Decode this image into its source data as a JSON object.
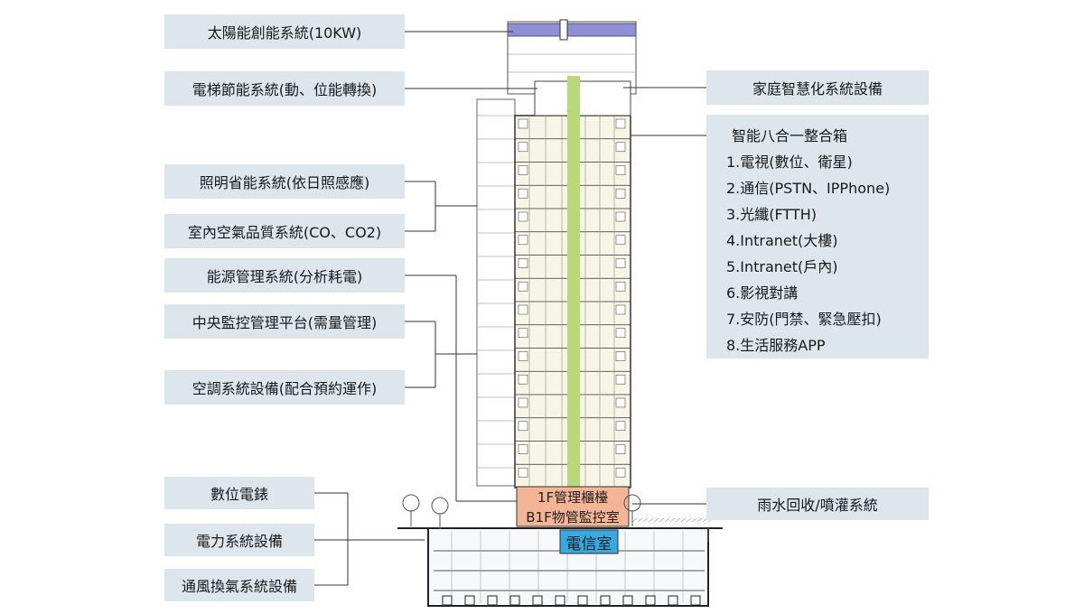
{
  "left_labels": [
    {
      "id": "solar",
      "text": "太陽能創能系統(10KW)"
    },
    {
      "id": "elevator",
      "text": "電梯節能系統(動、位能轉換)"
    },
    {
      "id": "lighting",
      "text": "照明省能系統(依日照感應)"
    },
    {
      "id": "air-quality",
      "text": "室內空氣品質系統(CO、CO2)"
    },
    {
      "id": "energy-mgmt",
      "text": "能源管理系統(分析耗電)"
    },
    {
      "id": "central-monitor",
      "text": "中央監控管理平台(需量管理)"
    },
    {
      "id": "hvac",
      "text": "空調系統設備(配合預約運作)"
    },
    {
      "id": "digital-meter",
      "text": "數位電錶"
    },
    {
      "id": "power",
      "text": "電力系統設備"
    },
    {
      "id": "ventilation",
      "text": "通風換氣系統設備"
    }
  ],
  "right_labels": [
    {
      "id": "smart-home",
      "text": "家庭智慧化系統設備"
    },
    {
      "id": "rainwater",
      "text": "雨水回收/噴灌系統"
    }
  ],
  "smart_box": {
    "title": "智能八合一整合箱",
    "items": [
      "1.電視(數位、衛星)",
      "2.通信(PSTN、IPPhone)",
      "3.光纖(FTTH)",
      "4.Intranet(大樓)",
      "5.Intranet(戶內)",
      "6.影視對講",
      "7.安防(門禁、緊急壓扣)",
      "8.生活服務APP"
    ]
  },
  "building_zones": {
    "lobby": "1F管理櫃檯",
    "control_room": "B1F物管監控室",
    "telecom_room": "電信室"
  },
  "colors": {
    "label_bg": "#dde6ec",
    "riser_green": "#b7d97a",
    "lobby_orange": "#f3b596",
    "telecom_blue": "#36a9e1",
    "roof_purple": "#8f8fd6"
  }
}
